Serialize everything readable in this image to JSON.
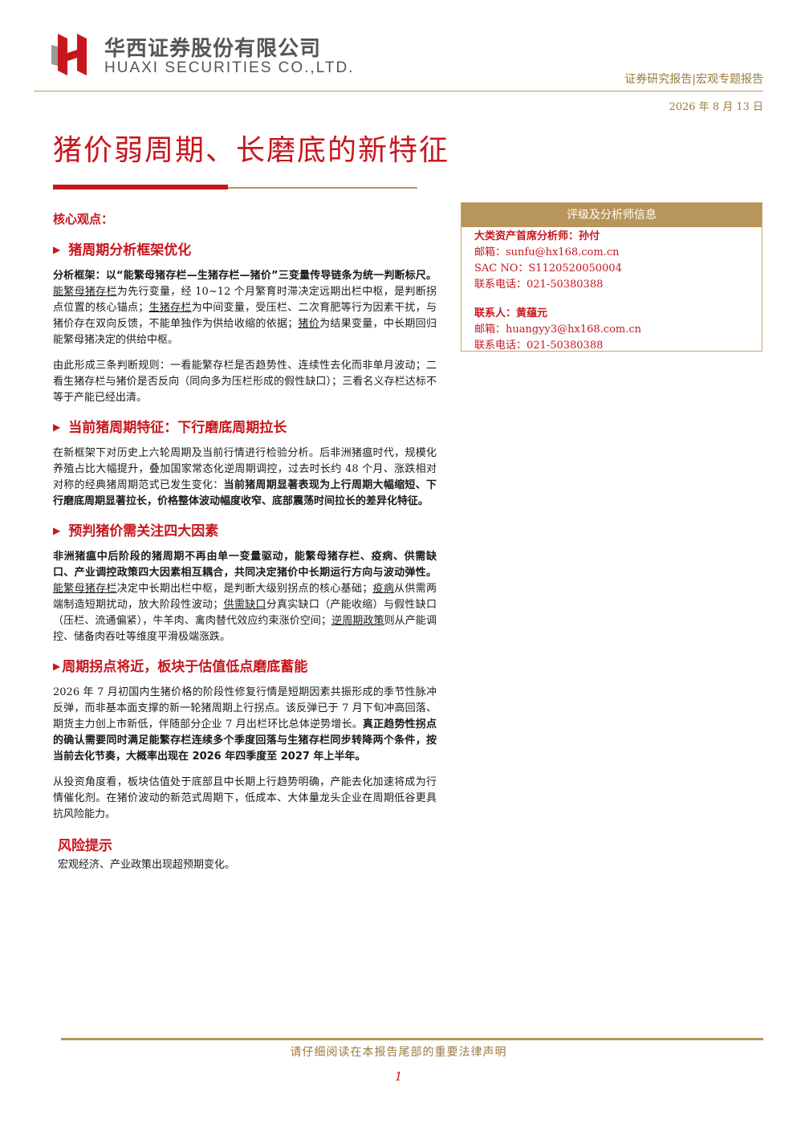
{
  "header": {
    "company_cn": "华西证券股份有限公司",
    "company_en": "HUAXI SECURITIES CO.,LTD.",
    "report_type": "证券研究报告|宏观专题报告",
    "date": "2026 年 8 月 13 日"
  },
  "colors": {
    "brand_red": "#c8161d",
    "gold": "#b8955a"
  },
  "title": "猪价弱周期、长磨底的新特征",
  "core_title": "核心观点：",
  "sections": [
    {
      "heading": "猪周期分析框架优化",
      "p1": {
        "b1": "分析框架：以“能繁母猪存栏—生猪存栏—猪价”三变量传导链条为统一判断标尺。",
        "u1": "能繁母猪存栏",
        "t1": "为先行变量，经 10~12 个月繁育时滞决定远期出栏中枢，是判断拐点位置的核心锚点；",
        "u2": "生猪存栏",
        "t2": "为中间变量，受压栏、二次育肥等行为因素干扰，与猪价存在双向反馈，不能单独作为供给收缩的依据；",
        "u3": "猪价",
        "t3": "为结果变量，中长期回归能繁母猪决定的供给中枢。"
      },
      "p2": "由此形成三条判断规则：一看能繁存栏是否趋势性、连续性去化而非单月波动；二看生猪存栏与猪价是否反向（同向多为压栏形成的假性缺口）；三看名义存栏达标不等于产能已经出清。"
    },
    {
      "heading": "当前猪周期特征：下行磨底周期拉长",
      "p1": {
        "t1": "在新框架下对历史上六轮周期及当前行情进行检验分析。后非洲猪瘟时代，规模化养殖占比大幅提升，叠加国家常态化逆周期调控，过去时长约 48 个月、涨跌相对对称的经典猪周期范式已发生变化：",
        "b1": "当前猪周期显著表现为上行周期大幅缩短、下行磨底周期显著拉长，价格整体波动幅度收窄、底部震荡时间拉长的差异化特征。"
      }
    },
    {
      "heading": "预判猪价需关注四大因素",
      "p1": {
        "b1": "非洲猪瘟中后阶段的猪周期不再由单一变量驱动，能繁母猪存栏、疫病、供需缺口、产业调控政策四大因素相互耦合，共同决定猪价中长期运行方向与波动弹性。",
        "u1": "能繁母猪存栏",
        "t1": "决定中长期出栏中枢，是判断大级别拐点的核心基础；",
        "u2": "疫病",
        "t2": "从供需两端制造短期扰动，放大阶段性波动；",
        "u3": "供需缺口",
        "t3": "分真实缺口（产能收缩）与假性缺口（压栏、流通偏紧），牛羊肉、禽肉替代效应约束涨价空间；",
        "u4": "逆周期政策",
        "t4": "则从产能调控、储备肉吞吐等维度平滑极端涨跌。"
      }
    },
    {
      "heading": "周期拐点将近，板块于估值低点磨底蓄能",
      "p1": {
        "t1": "2026 年 7 月初国内生猪价格的阶段性修复行情是短期因素共振形成的季节性脉冲反弹，而非基本面支撑的新一轮猪周期上行拐点。该反弹已于 7 月下旬冲高回落、期货主力创上市新低，伴随部分企业 7 月出栏环比总体逆势增长。",
        "b1": "真正趋势性拐点的确认需要同时满足能繁存栏连续多个季度回落与生猪存栏同步转降两个条件，按当前去化节奏，大概率出现在 2026 年四季度至 2027 年上半年。"
      },
      "p2": "从投资角度看，板块估值处于底部且中长期上行趋势明确，产能去化加速将成为行情催化剂。在猪价波动的新范式周期下，低成本、大体量龙头企业在周期低谷更具抗风险能力。"
    }
  ],
  "risk": {
    "title": "风险提示",
    "text": "宏观经济、产业政策出现超预期变化。"
  },
  "analyst_box": {
    "heading": "评级及分析师信息",
    "analyst1": {
      "name": "大类资产首席分析师：孙付",
      "email": "邮箱：sunfu@hx168.com.cn",
      "sac": "SAC NO：S1120520050004",
      "phone": "联系电话：021-50380388"
    },
    "analyst2": {
      "name": "联系人：黄蕴元",
      "email": "邮箱：huangyy3@hx168.com.cn",
      "phone": "联系电话：021-50380388"
    }
  },
  "footer": {
    "note": "请仔细阅读在本报告尾部的重要法律声明",
    "page": "1"
  }
}
